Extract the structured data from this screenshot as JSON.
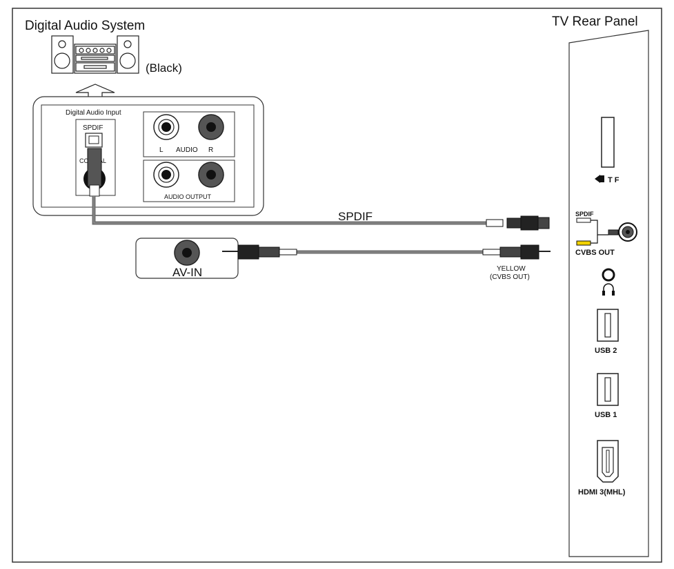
{
  "system": {
    "title": "Digital Audio System",
    "color_label": "(Black)"
  },
  "panel_box": {
    "header": "Digital Audio Input",
    "spdif_label": "SPDIF",
    "coaxial_label": "COAXIAL",
    "audio_left": "L",
    "audio_mid": "AUDIO",
    "audio_right": "R",
    "audio_output": "AUDIO OUTPUT"
  },
  "cables": {
    "spdif_label": "SPDIF",
    "yellow_line1": "YELLOW",
    "yellow_line2": "(CVBS OUT)"
  },
  "av_in": {
    "label": "AV-IN"
  },
  "tv_panel": {
    "title": "TV Rear Panel",
    "tf_label": "T F",
    "spdif_label": "SPDIF",
    "cvbs_label": "CVBS OUT",
    "usb2_label": "USB 2",
    "usb1_label": "USB 1",
    "hdmi_label": "HDMI 3(MHL)"
  },
  "colors": {
    "cable": "#6e6e6e",
    "jack_dark": "#555555",
    "yellow_plug": "#f2d200",
    "outline": "#222222"
  }
}
